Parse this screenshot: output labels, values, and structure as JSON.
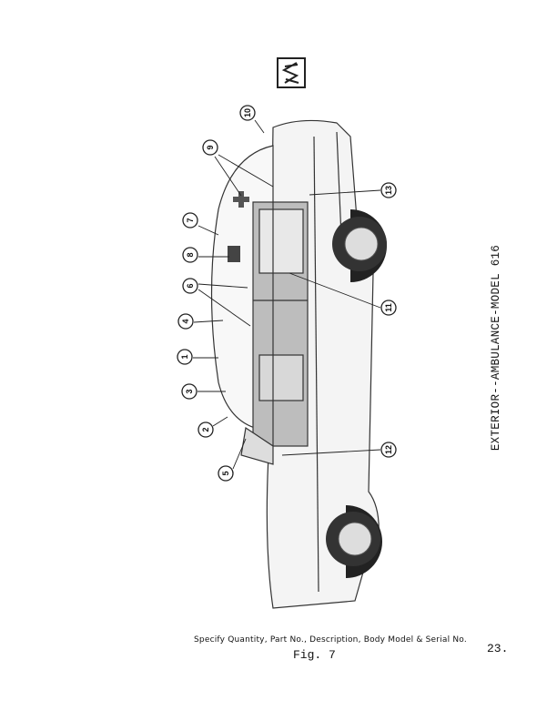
{
  "side_caption": "EXTERIOR--AMBULANCE-MODEL 616",
  "footer": {
    "instruction": "Specify Quantity, Part No., Description, Body Model & Serial No.",
    "figure_label": "Fig. 7",
    "page_number": "23."
  },
  "callouts": [
    "1",
    "2",
    "3",
    "4",
    "5",
    "6",
    "7",
    "8",
    "9",
    "10",
    "11",
    "12",
    "13"
  ]
}
